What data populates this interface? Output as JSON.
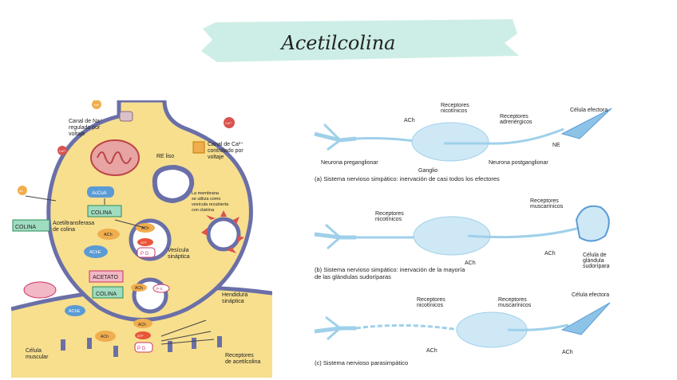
{
  "title": "Acetilcolina",
  "colors": {
    "band": "#cdeee6",
    "cell": "#f7df8e",
    "membrane": "#6a6fa8",
    "nerve": "#9fd0ea"
  },
  "left": {
    "na_ion": "Na⁺",
    "na_channel": [
      "Canal de Na⁺",
      "regulado por",
      "voltaje"
    ],
    "ca_ion": "Ca²⁺",
    "ca_channel": [
      "Canal de Ca²⁺",
      "controlado por",
      "voltaje"
    ],
    "re": "RE liso",
    "clathrin": [
      "La membrana",
      "se utiliza como",
      "vesícula recubierta",
      "con clatrina"
    ],
    "acoa": "AcCoA",
    "colina": "COLINA",
    "colina_left": "COLINA",
    "colina_low": "COLINA",
    "transferasa": [
      "Acetiltransferasa",
      "de colina"
    ],
    "ach": "ACh",
    "atp": "ATP",
    "pg": "P G",
    "ache": "AChE",
    "acetato": "ACETATO",
    "vesicula": [
      "Vesícula",
      "sináptica"
    ],
    "hendidura": [
      "Hendidura",
      "sináptica"
    ],
    "celula": [
      "Célula",
      "muscular"
    ],
    "receptores": [
      "Receptores",
      "de acetilcolina"
    ],
    "ac_ion": "Ac"
  },
  "right": {
    "a": {
      "ach": "ACh",
      "rec_nic": [
        "Receptores",
        "nicotínicos"
      ],
      "rec_adr": [
        "Receptores",
        "adrenérgicos"
      ],
      "efectora": "Célula efectora",
      "pre": "Neurona preganglionar",
      "ganglio": "Ganglio",
      "post": "Neurona postganglionar",
      "ne": "NE",
      "caption": "(a) Sistema nervioso simpático: inervación de casi todos los efectores"
    },
    "b": {
      "rec_nic": [
        "Receptores",
        "nicotínicos"
      ],
      "rec_mus": [
        "Receptores",
        "muscarínicos"
      ],
      "ach1": "ACh",
      "ach2": "ACh",
      "glandula": [
        "Célula de",
        "glándula",
        "sudorípara"
      ],
      "caption": [
        "(b) Sistema nervioso simpático: inervación de la mayoría",
        "de las glándulas sudoríparas"
      ]
    },
    "c": {
      "rec_nic": [
        "Receptores",
        "nicotínicos"
      ],
      "rec_mus": [
        "Receptores",
        "muscarínicos"
      ],
      "efectora": "Célula efectora",
      "ach1": "ACh",
      "ach2": "ACh",
      "caption": "(c) Sistema nervioso parasimpático"
    }
  }
}
